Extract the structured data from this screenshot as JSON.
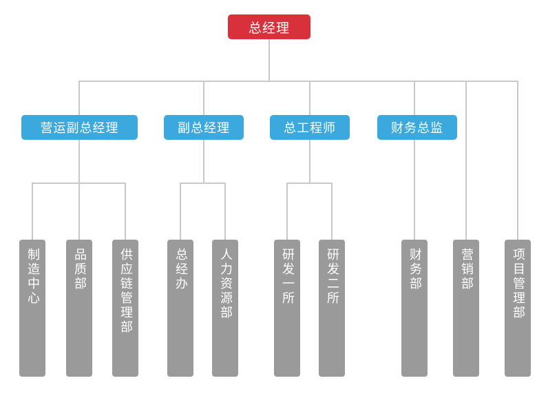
{
  "chart": {
    "type": "org-chart",
    "title": "",
    "colors": {
      "root": "#d8313b",
      "mid": "#3ba9dd",
      "leaf": "#9a9a9a",
      "connector": "#c9c9c9",
      "background": "#ffffff",
      "label": "#ffffff"
    },
    "levels": 3,
    "root": {
      "id": "gm",
      "label": "总经理"
    },
    "mid_nodes": [
      {
        "id": "ops-deputy-gm",
        "label": "营运副总经理"
      },
      {
        "id": "deputy-gm",
        "label": "副总经理"
      },
      {
        "id": "chief-engineer",
        "label": "总工程师"
      },
      {
        "id": "finance-director",
        "label": "财务总监"
      }
    ],
    "leaf_nodes": [
      {
        "id": "manufacturing-center",
        "label": "制造中心",
        "parent": "ops-deputy-gm"
      },
      {
        "id": "quality-dept",
        "label": "品质部",
        "parent": "ops-deputy-gm"
      },
      {
        "id": "supply-chain-dept",
        "label": "供应链管理部",
        "parent": "ops-deputy-gm"
      },
      {
        "id": "gm-office",
        "label": "总经办",
        "parent": "deputy-gm"
      },
      {
        "id": "hr-dept",
        "label": "人力资源部",
        "parent": "deputy-gm"
      },
      {
        "id": "rd-institute-1",
        "label": "研发一所",
        "parent": "chief-engineer"
      },
      {
        "id": "rd-institute-2",
        "label": "研发二所",
        "parent": "chief-engineer"
      },
      {
        "id": "finance-dept",
        "label": "财务部",
        "parent": "gm"
      },
      {
        "id": "marketing-dept",
        "label": "营销部",
        "parent": "gm"
      },
      {
        "id": "project-mgmt-dept",
        "label": "项目管理部",
        "parent": "gm"
      }
    ]
  }
}
